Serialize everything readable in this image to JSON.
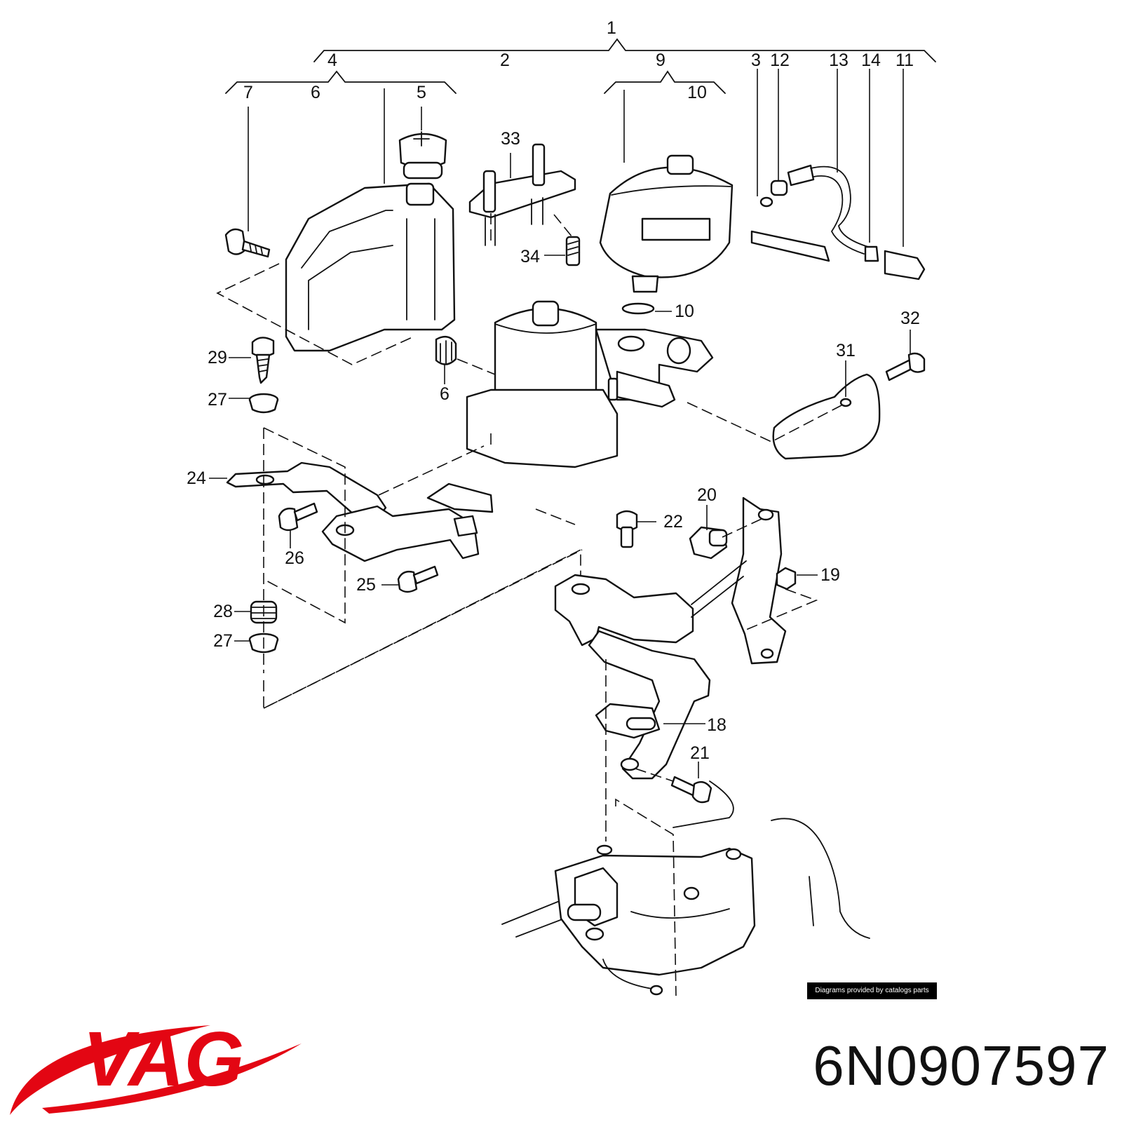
{
  "diagram": {
    "callouts": [
      {
        "id": "c1",
        "text": "1"
      },
      {
        "id": "c2",
        "text": "2"
      },
      {
        "id": "c3",
        "text": "3"
      },
      {
        "id": "c4",
        "text": "4"
      },
      {
        "id": "c5",
        "text": "5"
      },
      {
        "id": "c6a",
        "text": "6"
      },
      {
        "id": "c6b",
        "text": "6"
      },
      {
        "id": "c7",
        "text": "7"
      },
      {
        "id": "c9",
        "text": "9"
      },
      {
        "id": "c10a",
        "text": "10"
      },
      {
        "id": "c10b",
        "text": "10"
      },
      {
        "id": "c11",
        "text": "11"
      },
      {
        "id": "c12",
        "text": "12"
      },
      {
        "id": "c13",
        "text": "13"
      },
      {
        "id": "c14",
        "text": "14"
      },
      {
        "id": "c18",
        "text": "18"
      },
      {
        "id": "c19",
        "text": "19"
      },
      {
        "id": "c20",
        "text": "20"
      },
      {
        "id": "c21",
        "text": "21"
      },
      {
        "id": "c22",
        "text": "22"
      },
      {
        "id": "c24",
        "text": "24"
      },
      {
        "id": "c25",
        "text": "25"
      },
      {
        "id": "c26",
        "text": "26"
      },
      {
        "id": "c27a",
        "text": "27"
      },
      {
        "id": "c27b",
        "text": "27"
      },
      {
        "id": "c28",
        "text": "28"
      },
      {
        "id": "c29",
        "text": "29"
      },
      {
        "id": "c31",
        "text": "31"
      },
      {
        "id": "c32",
        "text": "32"
      },
      {
        "id": "c33",
        "text": "33"
      },
      {
        "id": "c34",
        "text": "34"
      }
    ],
    "credit": "Diagrams provided by catalogs parts"
  },
  "brand": {
    "logo_text": "VAG",
    "logo_color": "#e30613"
  },
  "part_number": "6N0907597"
}
